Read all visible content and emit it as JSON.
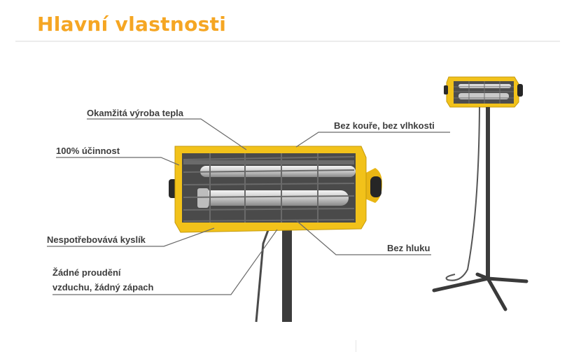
{
  "title": "Hlavní vlastnosti",
  "features": {
    "instant_heat": "Okamžitá výroba tepla",
    "efficiency": "100% účinnost",
    "no_oxygen": "Nespotřebovává kyslík",
    "no_airflow_line1": "Žádné proudění",
    "no_airflow_line2": "vzduchu, žádný zápach",
    "no_smoke": "Bez kouře, bez vlhkosti",
    "no_noise": "Bez hluku"
  },
  "colors": {
    "title": "#f5a623",
    "heater_body": "#f2c21a",
    "stand": "#3c3c3c"
  }
}
